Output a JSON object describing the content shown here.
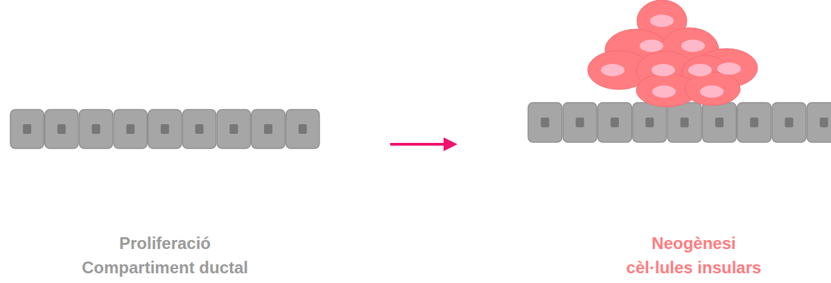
{
  "diagram": {
    "nodes": [
      {
        "text": [
          "Proliferació Compartiment ductal"
        ]
      },
      {
        "text": [
          "Neogènesi cèl·lules insulars"
        ]
      }
    ],
    "edges": [
      {
        "from": 0,
        "to": 1,
        "arrow": "to"
      }
    ]
  }
}
